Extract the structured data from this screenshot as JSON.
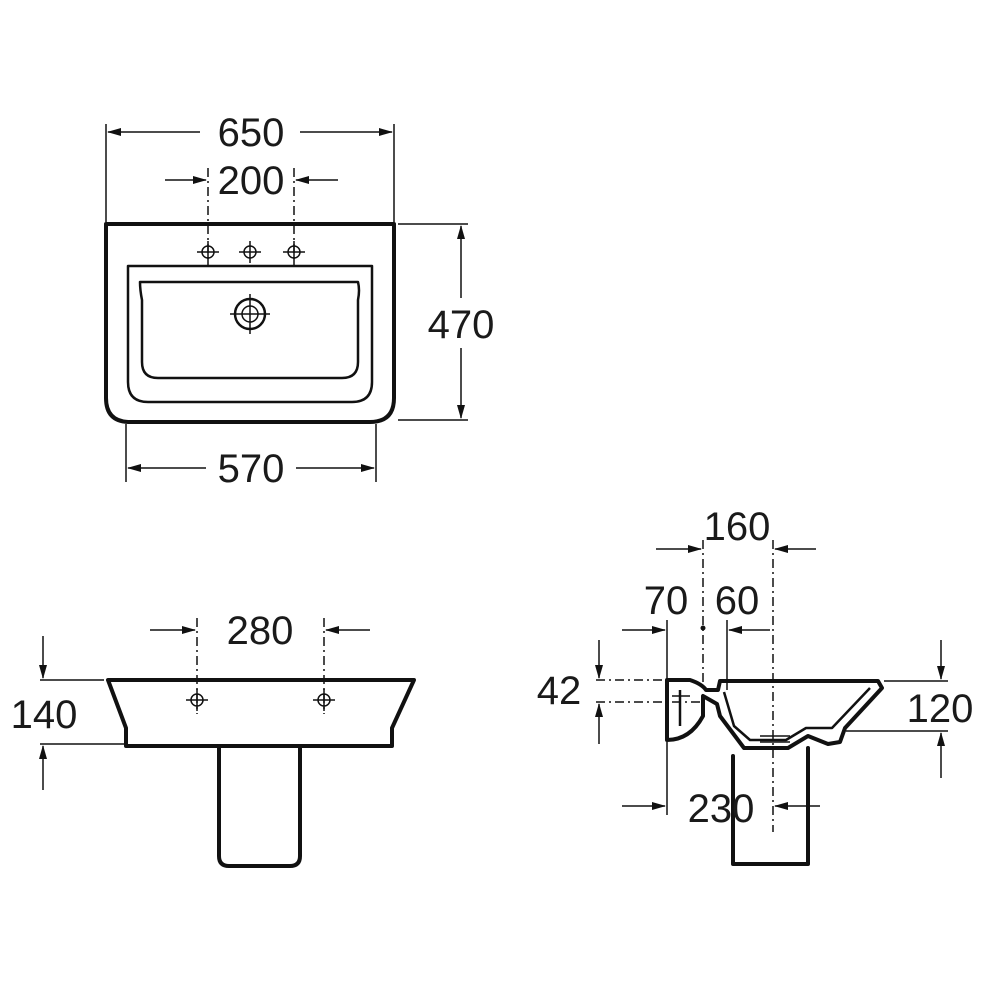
{
  "top_view": {
    "dims": {
      "width_overall": "650",
      "tap_spacing": "200",
      "depth": "470",
      "width_front": "570"
    }
  },
  "front_view": {
    "dims": {
      "fixing_spacing": "280",
      "height": "140"
    }
  },
  "side_view": {
    "dims": {
      "d160": "160",
      "d70": "70",
      "d60": "60",
      "d42": "42",
      "d120": "120",
      "d230": "230"
    }
  }
}
